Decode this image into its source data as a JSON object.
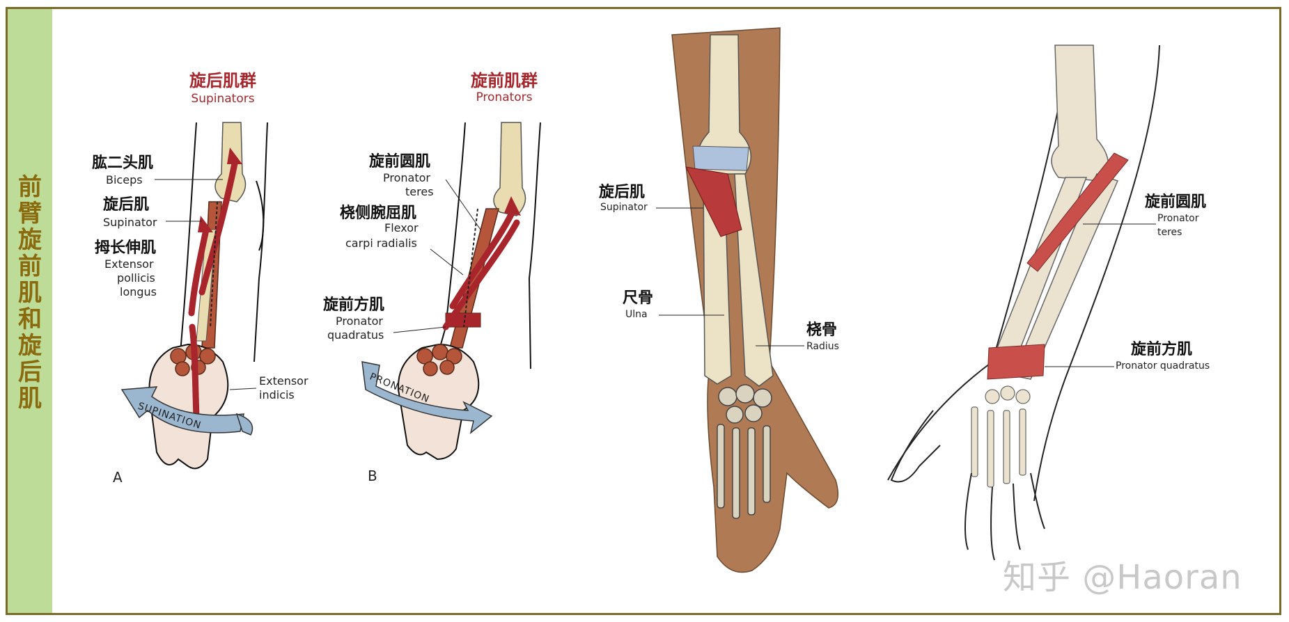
{
  "side_title": [
    "前",
    "臂",
    "旋",
    "前",
    "肌",
    "和",
    "旋",
    "后",
    "肌"
  ],
  "panel_a": {
    "heading_zh": "旋后肌群",
    "heading_en": "Supinators",
    "biceps_zh": "肱二头肌",
    "biceps_en": "Biceps",
    "supinator_zh": "旋后肌",
    "supinator_en": "Supinator",
    "epl_zh": "拇长伸肌",
    "epl_en_1": "Extensor",
    "epl_en_2": "pollicis",
    "epl_en_3": "longus",
    "ei_en_1": "Extensor",
    "ei_en_2": "indicis",
    "arrow_label": "SUPINATION",
    "letter": "A"
  },
  "panel_b": {
    "heading_zh": "旋前肌群",
    "heading_en": "Pronators",
    "pt_zh": "旋前圆肌",
    "pt_en_1": "Pronator",
    "pt_en_2": "teres",
    "fcr_zh": "桡侧腕屈肌",
    "fcr_en_1": "Flexor",
    "fcr_en_2": "carpi radialis",
    "pq_zh": "旋前方肌",
    "pq_en_1": "Pronator",
    "pq_en_2": "quadratus",
    "arrow_label": "PRONATION",
    "letter": "B"
  },
  "panel_c": {
    "supinator_zh": "旋后肌",
    "supinator_en": "Supinator",
    "ulna_zh": "尺骨",
    "ulna_en": "Ulna",
    "radius_zh": "桡骨",
    "radius_en": "Radius"
  },
  "panel_d": {
    "pt_zh": "旋前圆肌",
    "pt_en_1": "Pronator",
    "pt_en_2": "teres",
    "pq_zh": "旋前方肌",
    "pq_en": "Pronator quadratus"
  },
  "watermark": "知乎 @Haoran",
  "colors": {
    "frame": "#7a6a2a",
    "sidebar": "#bddc98",
    "side_text": "#8b6a0e",
    "heading_red": "#a8262b",
    "muscle": "#b5563a",
    "bone": "#e8dcb0",
    "skin": "#b07a55"
  }
}
